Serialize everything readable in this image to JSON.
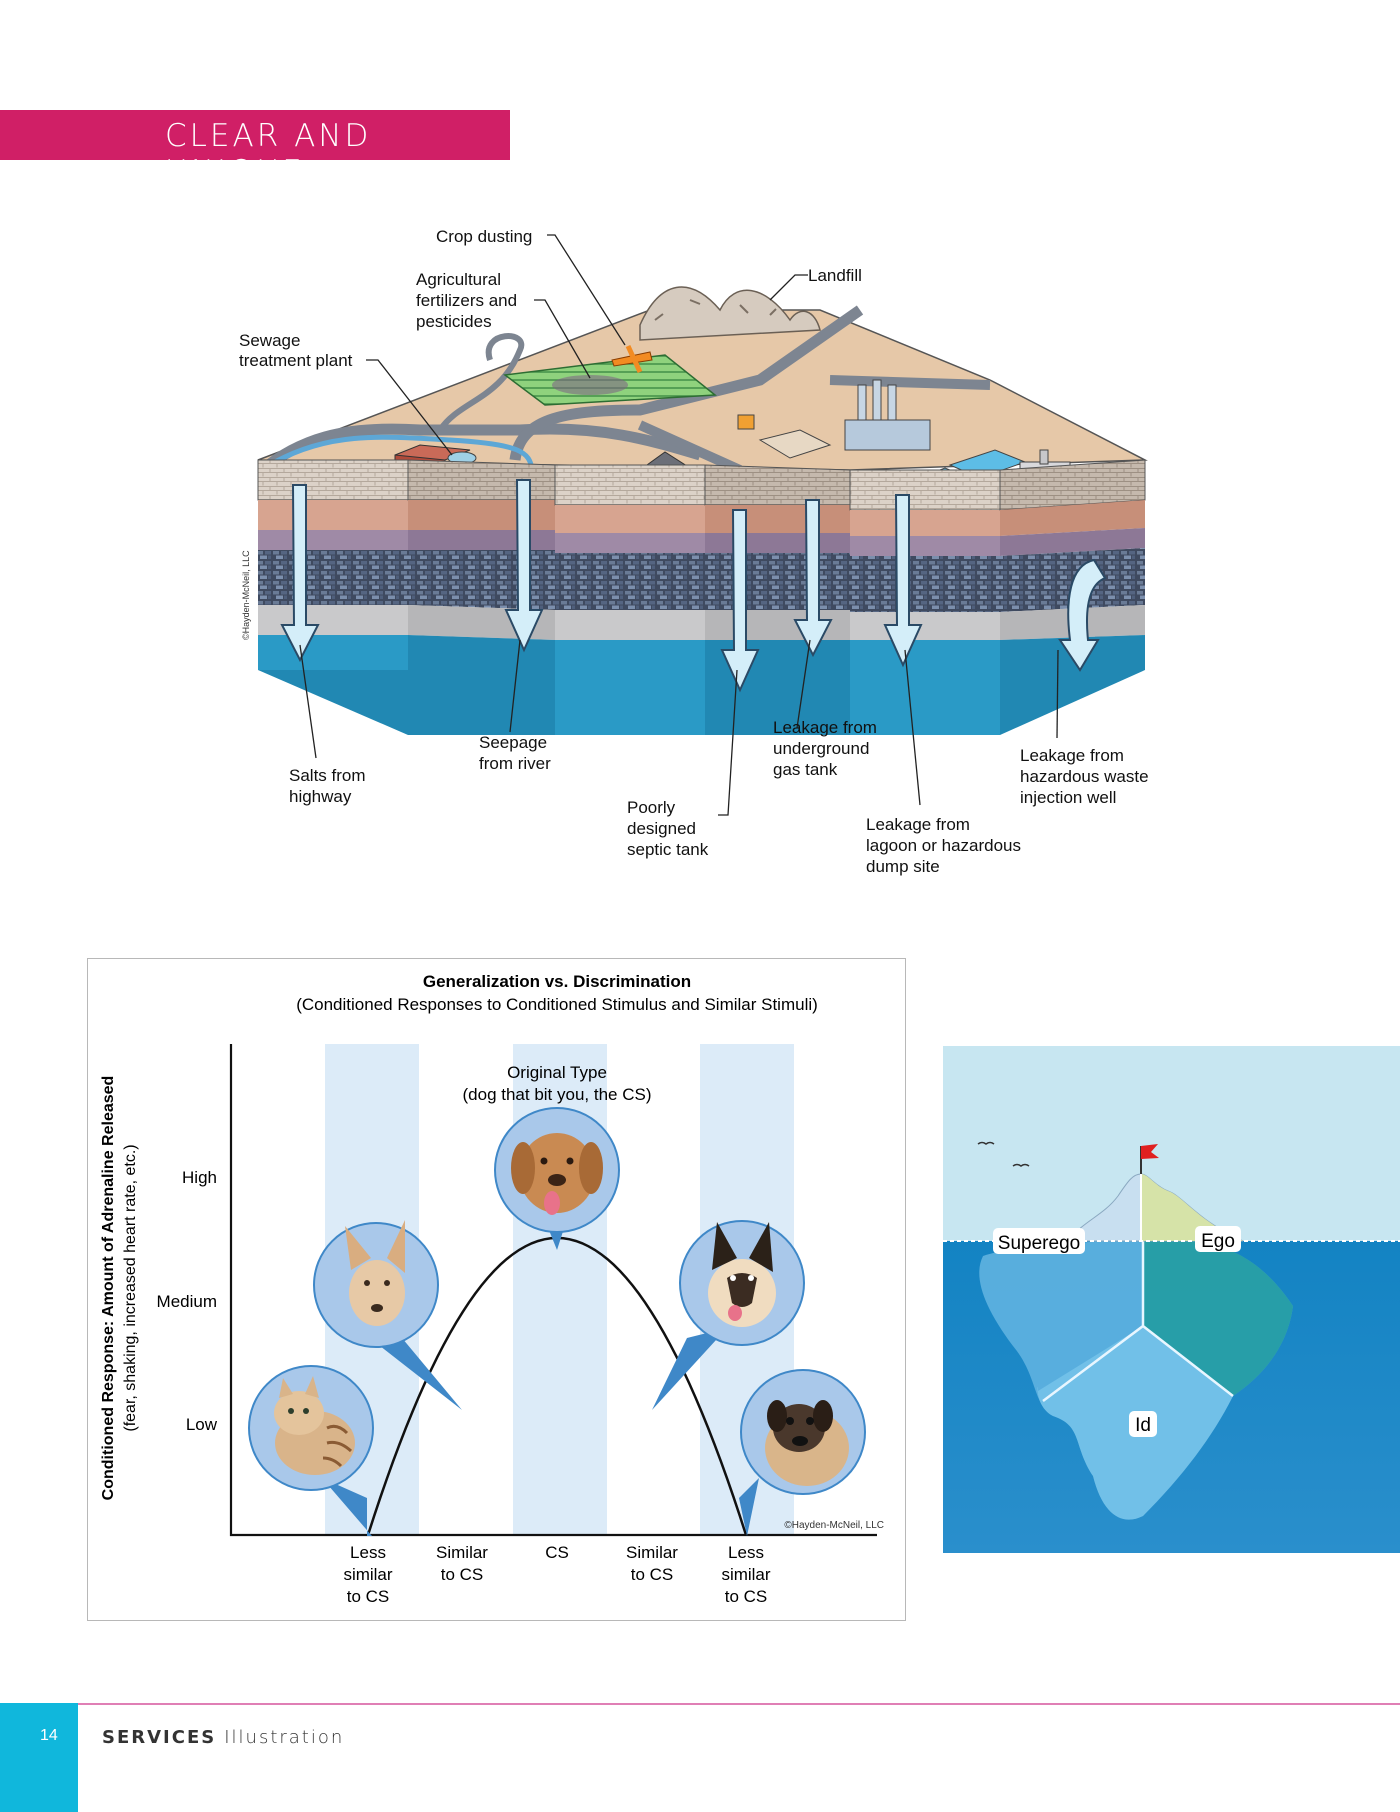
{
  "banner": {
    "title": "CLEAR AND UNIQUE"
  },
  "groundwater": {
    "labels": {
      "crop_dusting": "Crop dusting",
      "agri_1": "Agricultural",
      "agri_2": "fertilizers and",
      "agri_3": "pesticides",
      "landfill": "Landfill",
      "sewage_1": "Sewage",
      "sewage_2": "treatment plant",
      "salts_1": "Salts from",
      "salts_2": "highway",
      "seepage_1": "Seepage",
      "seepage_2": "from river",
      "septic_1": "Poorly",
      "septic_2": "designed",
      "septic_3": "septic tank",
      "gastank_1": "Leakage from",
      "gastank_2": "underground",
      "gastank_3": "gas tank",
      "lagoon_1": "Leakage from",
      "lagoon_2": "lagoon or hazardous",
      "lagoon_3": "dump site",
      "well_1": "Leakage from",
      "well_2": "hazardous waste",
      "well_3": "injection well"
    },
    "copyright": "©Hayden-McNeil, LLC"
  },
  "chart": {
    "title": "Generalization vs. Discrimination",
    "subtitle": "(Conditioned Responses to Conditioned Stimulus and Similar Stimuli)",
    "ylabel": "Conditioned Response: Amount of Adrenaline Released",
    "ylabel2": "(fear, shaking, increased heart rate, etc.)",
    "yticks": [
      "High",
      "Medium",
      "Low"
    ],
    "annotation_1": "Original Type",
    "annotation_2": "(dog that bit you, the CS)",
    "copyright": "©Hayden-McNeil, LLC",
    "xcats": {
      "c1": [
        "Less",
        "similar",
        "to CS"
      ],
      "c2": [
        "Similar",
        "to CS"
      ],
      "c3": [
        "CS"
      ],
      "c4": [
        "Similar",
        "to CS"
      ],
      "c5": [
        "Less",
        "similar",
        "to CS"
      ]
    }
  },
  "chart_data": {
    "type": "line",
    "title": "Generalization vs. Discrimination",
    "subtitle": "(Conditioned Responses to Conditioned Stimulus and Similar Stimuli)",
    "xlabel": "",
    "ylabel": "Conditioned Response: Amount of Adrenaline Released (fear, shaking, increased heart rate, etc.)",
    "categories": [
      "Less similar to CS",
      "Similar to CS",
      "CS",
      "Similar to CS",
      "Less similar to CS"
    ],
    "yticks": [
      "Low",
      "Medium",
      "High"
    ],
    "x": [
      0,
      1,
      2,
      3,
      4
    ],
    "y": [
      0,
      0.6,
      1.0,
      0.6,
      0
    ],
    "grid": false,
    "legend": "none"
  },
  "iceberg": {
    "superego": "Superego",
    "ego": "Ego",
    "id": "Id",
    "colors": {
      "sky": "#c7e6f1",
      "sea": "#1387c4",
      "flag": "#e02020"
    }
  },
  "footer": {
    "page": "14",
    "section": "SERVICES",
    "subsection": "Illustration"
  }
}
